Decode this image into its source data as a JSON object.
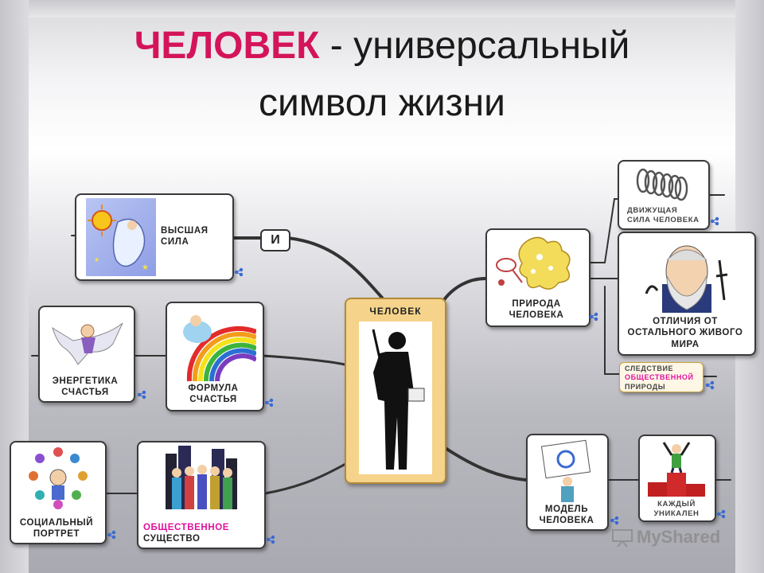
{
  "title": {
    "accent": "ЧЕЛОВЕК",
    "rest": " - универсальный",
    "line2": "символ жизни"
  },
  "center": {
    "label": "ЧЕЛОВЕК"
  },
  "connector": {
    "label": "И"
  },
  "nodes": {
    "vysshaya_sila": {
      "l1": "ВЫСШАЯ",
      "l2": "СИЛА"
    },
    "energetika": {
      "l1": "ЭНЕРГЕТИКА",
      "l2": "СЧАСТЬЯ"
    },
    "formula": {
      "l1": "ФОРМУЛА",
      "l2": "СЧАСТЬЯ"
    },
    "soc_portret": {
      "l1": "СОЦИАЛЬНЫЙ",
      "l2": "ПОРТРЕТ"
    },
    "obshch_sushch": {
      "l1": "ОБЩЕСТВЕННОЕ",
      "l2": "СУЩЕСТВО"
    },
    "priroda": {
      "l1": "ПРИРОДА",
      "l2": "ЧЕЛОВЕКА"
    },
    "dvizh_sila": {
      "l1": "ДВИЖУЩАЯ",
      "l2": "СИЛА ЧЕЛОВЕКА"
    },
    "otlichiya": {
      "l1": "ОТЛИЧИЯ ОТ",
      "l2": "ОСТАЛЬНОГО ЖИВОГО",
      "l3": "МИРА"
    },
    "sledstvie": {
      "l1": "СЛЕДСТВИЕ",
      "l2": "ОБЩЕСТВЕННОЙ",
      "l3": "ПРИРОДЫ"
    },
    "model": {
      "l1": "МОДЕЛЬ",
      "l2": "ЧЕЛОВЕКА"
    },
    "unikalen": {
      "l1": "КАЖДЫЙ",
      "l2": "УНИКАЛЕН"
    }
  },
  "watermark": "MyShared",
  "colors": {
    "accent": "#d4145a",
    "center_fill": "#f5d38a",
    "pink_text": "#e0119d",
    "link": "#333333"
  }
}
